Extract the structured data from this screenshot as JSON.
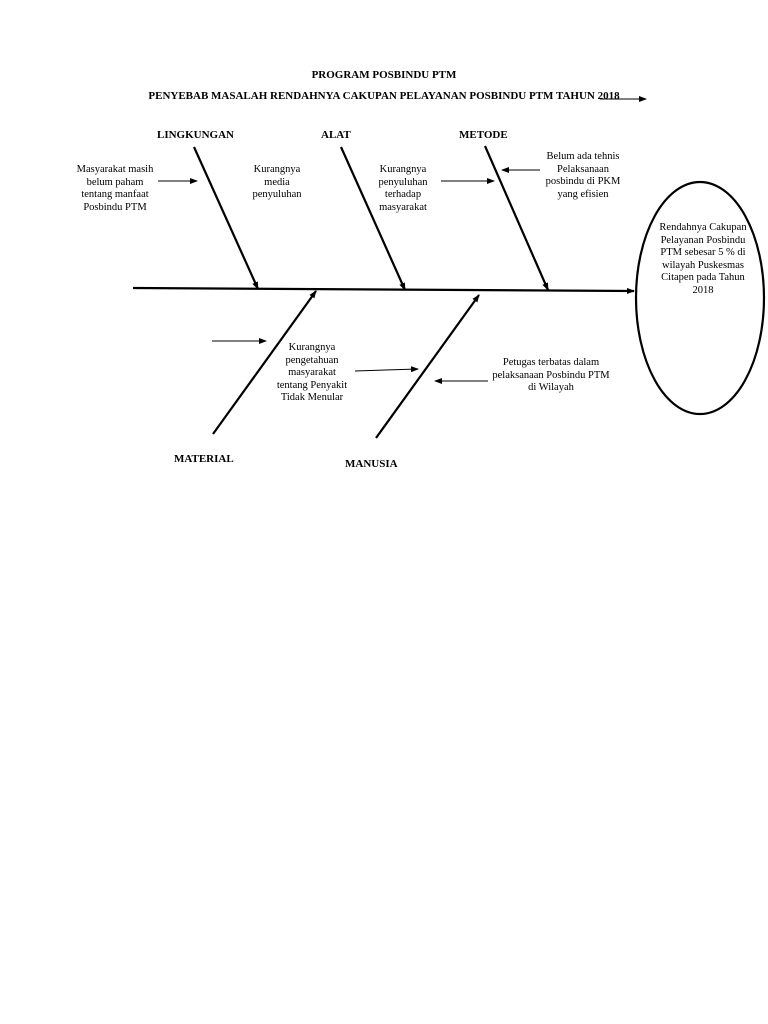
{
  "header": {
    "title": "PROGRAM POSBINDU PTM",
    "subtitle": "PENYEBAB MASALAH RENDAHNYA CAKUPAN PELAYANAN POSBINDU PTM TAHUN 2018"
  },
  "categories": {
    "lingkungan": "LINGKUNGAN",
    "alat": "ALAT",
    "metode": "METODE",
    "material": "MATERIAL",
    "manusia": "MANUSIA"
  },
  "causes": {
    "lingkungan": "Masyarakat masih belum paham tentang manfaat Posbindu PTM",
    "alat_1": "Kurangnya media penyuluhan",
    "alat_2": "Kurangnya penyuluhan terhadap masyarakat",
    "metode": "Belum ada tehnis Pelaksanaan posbindu di PKM yang efisien",
    "material": "Kurangnya pengetahuan masyarakat tentang Penyakit Tidak Menular",
    "manusia": "Petugas terbatas dalam pelaksanaan Posbindu PTM di Wilayah"
  },
  "effect": {
    "text": "Rendahnya Cakupan Pelayanan Posbindu PTM sebesar 5 % di wilayah Puskesmas Citapen pada Tahun 2018"
  }
}
